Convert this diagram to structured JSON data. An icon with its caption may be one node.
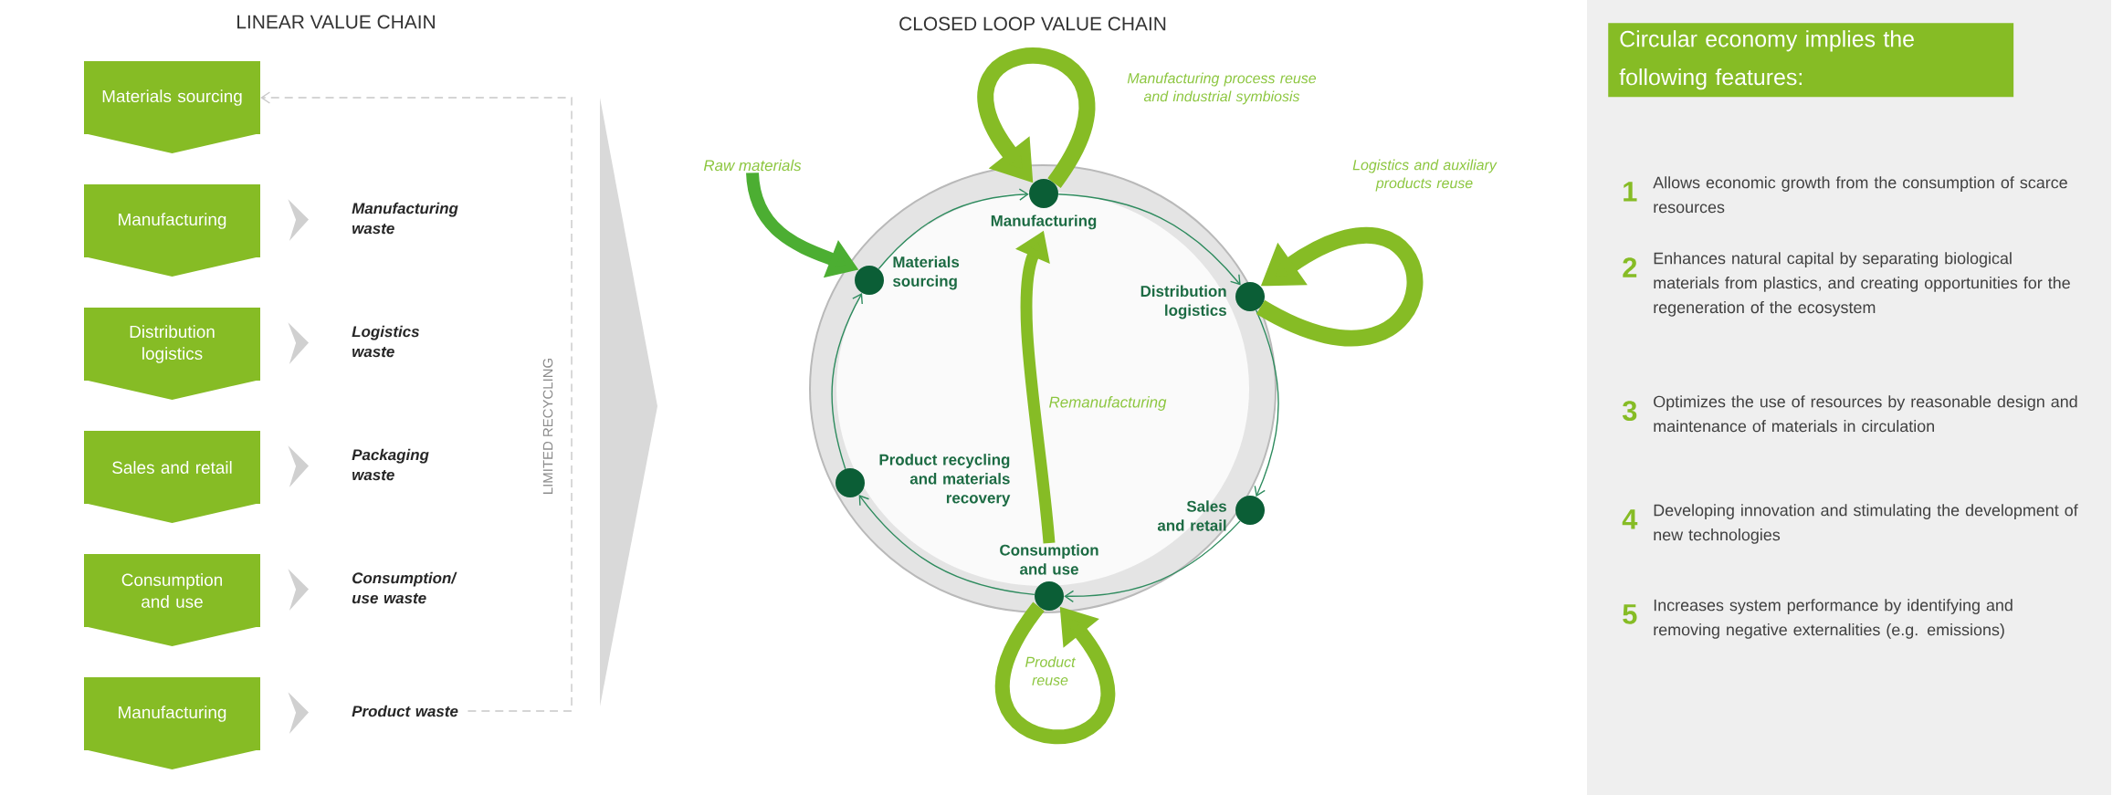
{
  "diagram": {
    "nodes": [
      {
        "text": [
          "Materials sourcing"
        ]
      },
      {
        "text": [
          "Manufacturing"
        ]
      },
      {
        "text": [
          "Distribution logistics"
        ]
      },
      {
        "text": [
          "Sales and retail"
        ]
      },
      {
        "text": [
          "Consumption and use"
        ]
      },
      {
        "text": [
          "Manufacturing"
        ]
      },
      {
        "text": [
          "Manufacturing waste"
        ]
      },
      {
        "text": [
          "Logistics waste"
        ]
      },
      {
        "text": [
          "Packaging waste"
        ]
      },
      {
        "text": [
          "Consumption/ use waste"
        ]
      },
      {
        "text": [
          "Product waste"
        ]
      },
      {
        "text": [
          "Raw materials"
        ]
      },
      {
        "text": [
          "Manufacturing"
        ]
      },
      {
        "text": [
          "Materials sourcing"
        ]
      },
      {
        "text": [
          "Distribution logistics"
        ]
      },
      {
        "text": [
          "Product recycling and materials recovery"
        ]
      },
      {
        "text": [
          "Sales and retail"
        ]
      },
      {
        "text": [
          "Consumption and use"
        ]
      },
      {
        "text": [
          "Circular economy implies the following features:"
        ]
      }
    ],
    "edges": [
      {
        "from": 1,
        "to": 6,
        "arrow": "to",
        "color": "#d0d0d0"
      },
      {
        "from": 2,
        "to": 7,
        "arrow": "to",
        "color": "#d0d0d0"
      },
      {
        "from": 3,
        "to": 8,
        "arrow": "to",
        "color": "#d0d0d0"
      },
      {
        "from": 4,
        "to": 9,
        "arrow": "to",
        "color": "#d0d0d0"
      },
      {
        "from": 5,
        "to": 10,
        "arrow": "to",
        "color": "#d0d0d0"
      },
      {
        "from": 10,
        "to": 0,
        "arrow": "to",
        "label": "LIMITED RECYCLING",
        "style": "dashed",
        "color": "#c8c8c8"
      },
      {
        "from": 11,
        "to": 13,
        "arrow": "to",
        "style": "thick",
        "color": "#4cae32"
      },
      {
        "from": 12,
        "to": 14,
        "arrow": "to"
      },
      {
        "from": 14,
        "to": 16,
        "arrow": "to"
      },
      {
        "from": 16,
        "to": 17,
        "arrow": "to"
      },
      {
        "from": 17,
        "to": 15,
        "arrow": "to"
      },
      {
        "from": 15,
        "to": 13,
        "arrow": "to"
      },
      {
        "from": 13,
        "to": 12,
        "arrow": "to"
      },
      {
        "from": 17,
        "to": 12,
        "arrow": "to",
        "label": "Remanufacturing",
        "style": "thick",
        "color": "#86bc25"
      },
      {
        "from": 12,
        "to": 12,
        "arrow": "to",
        "label": "Manufacturing process reuse and industrial symbiosis",
        "style": "thick",
        "color": "#86bc25"
      },
      {
        "from": 14,
        "to": 14,
        "arrow": "to",
        "label": "Logistics and auxiliary products reuse",
        "style": "thick",
        "color": "#86bc25"
      },
      {
        "from": 17,
        "to": 17,
        "arrow": "to",
        "label": "Product reuse",
        "style": "thick",
        "color": "#86bc25"
      }
    ],
    "labels": [
      "LINEAR VALUE CHAIN",
      "CLOSED LOOP VALUE CHAIN",
      "1",
      "Allows economic growth from the consumption of scarce resources",
      "2",
      "Enhances natural capital by separating biological materials from plastics, and creating opportunities for the regeneration of the ecosystem",
      "3",
      "Optimizes the use of resources by reasonable design and maintenance of materials in circulation",
      "4",
      "Developing innovation and stimulating the development of new technologies",
      "5",
      "Increases system performance by identifying and removing negative externalities (e.g. emissions)"
    ]
  }
}
